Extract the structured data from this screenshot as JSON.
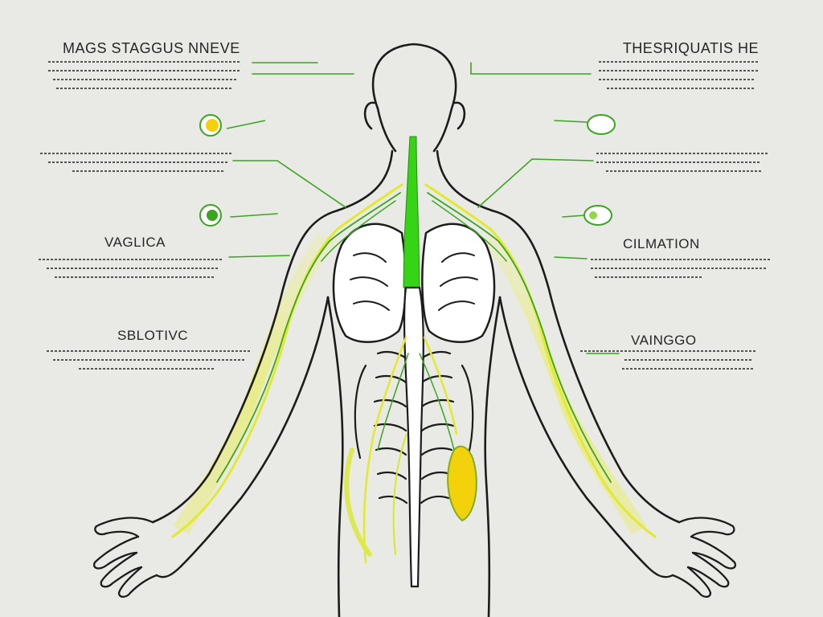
{
  "labels": {
    "top_left": "MAGS STAGGUS NNEVE",
    "top_right": "THESRIQUATIS HE",
    "mid_left": "VAGLICA",
    "mid_right": "CILMATION",
    "low_left": "SBLOTIVC",
    "low_right": "VAINGGO"
  },
  "colors": {
    "background": "#e9e9e5",
    "outline": "#1c1c1c",
    "nerve_green": "#3aa51f",
    "spine_green": "#35d414",
    "nerve_yellow": "#e6ea32",
    "accent_yellow": "#f3d20c"
  }
}
